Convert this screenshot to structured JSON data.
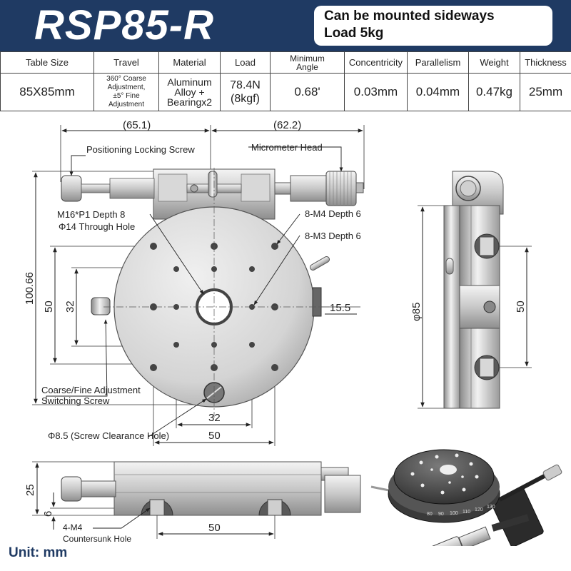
{
  "header": {
    "model": "RSP85-R",
    "features": [
      "Can be mounted sideways",
      "Load 5kg"
    ]
  },
  "specs": {
    "headers": [
      "Table Size",
      "Travel",
      "Material",
      "Load",
      "Minimum\nAngle",
      "Concentricity",
      "Parallelism",
      "Weight",
      "Thickness"
    ],
    "values": [
      "85X85mm",
      "360° Coarse\nAdjustment,\n±5° Fine Adjustment",
      "Aluminum\nAlloy +\nBearingx2",
      "78.4N\n(8kgf)",
      "0.68'",
      "0.03mm",
      "0.04mm",
      "0.47kg",
      "25mm"
    ]
  },
  "labels": {
    "positioning_screw": "Positioning Locking Screw",
    "micrometer_head": "Micrometer Head",
    "m16": "M16*P1 Depth 8",
    "through_hole": "Φ14 Through Hole",
    "m4": "8-M4 Depth 6",
    "m3": "8-M3 Depth 6",
    "switch_screw_1": "Coarse/Fine Adjustment",
    "switch_screw_2": "Switching Screw",
    "clearance_hole": "Φ8.5 (Screw Clearance Hole)",
    "countersunk_1": "4-M4",
    "countersunk_2": "Countersunk Hole"
  },
  "dimensions": {
    "w_left": "(65.1)",
    "w_right": "(62.2)",
    "height_total": "100.66",
    "h50": "50",
    "h32": "32",
    "d155": "15.5",
    "b32": "32",
    "b50": "50",
    "side_dia": "φ85",
    "side_50": "50",
    "bot_25": "25",
    "bot_6": "6",
    "bot_50": "50"
  },
  "photo_scale": [
    "80",
    "90",
    "100",
    "110",
    "120",
    "130"
  ],
  "footer": {
    "unit": "Unit: mm"
  },
  "colors": {
    "header_bg": "#1f3a63",
    "unit_text": "#1f3a63"
  }
}
